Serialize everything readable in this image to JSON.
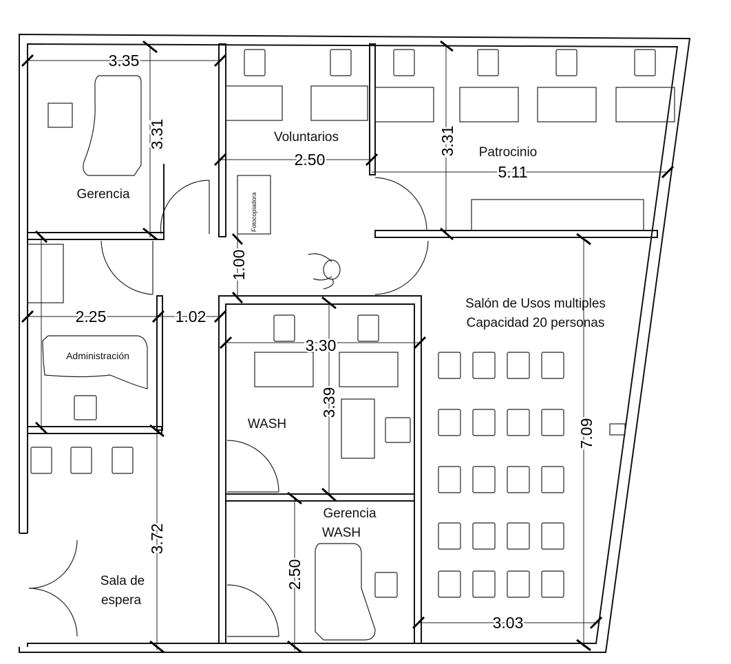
{
  "rooms": {
    "gerencia": "Gerencia",
    "voluntarios": "Voluntarios",
    "patrocinio": "Patrocinio",
    "salon_line1": "Salón de Usos multiples",
    "salon_line2": "Capacidad 20 personas",
    "administracion": "Administración",
    "wash": "WASH",
    "gerencia_wash_line1": "Gerencia",
    "gerencia_wash_line2": "WASH",
    "sala_line1": "Sala de",
    "sala_line2": "espera",
    "fotocopiadora": "Fotocopiadora"
  },
  "dimensions": {
    "gerencia_width": "3.35",
    "gerencia_height": "3.31",
    "voluntarios_width": "2.50",
    "patrocinio_height": "3.31",
    "patrocinio_width": "5.11",
    "corridor_width": "1.00",
    "admin_width": "2.25",
    "corridor_side": "1.02",
    "wash_width": "3.30",
    "wash_height": "3.39",
    "salon_height": "7.09",
    "sala_height": "3.72",
    "gerencia_wash_height": "2.50",
    "salon_width": "3.03"
  },
  "salon_seating": {
    "rows": 5,
    "columns": 4
  }
}
